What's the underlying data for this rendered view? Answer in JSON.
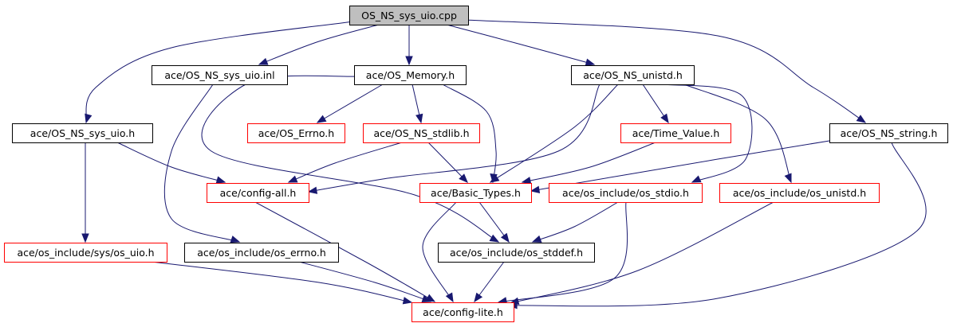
{
  "colors": {
    "edge": "#191970",
    "root_fill": "#bfbfbf",
    "node_fill": "#ffffff",
    "root_border": "#000000",
    "documented_border": "#000000",
    "undocumented_border": "#ff0000",
    "text": "#000000"
  },
  "nodes": [
    {
      "id": "root",
      "label": "OS_NS_sys_uio.cpp",
      "style": "root"
    },
    {
      "id": "sys_uio_inl",
      "label": "ace/OS_NS_sys_uio.inl",
      "style": "documented"
    },
    {
      "id": "memory",
      "label": "ace/OS_Memory.h",
      "style": "documented"
    },
    {
      "id": "unistd",
      "label": "ace/OS_NS_unistd.h",
      "style": "documented"
    },
    {
      "id": "sys_uio_h",
      "label": "ace/OS_NS_sys_uio.h",
      "style": "documented"
    },
    {
      "id": "errno",
      "label": "ace/OS_Errno.h",
      "style": "undocumented"
    },
    {
      "id": "stdlib",
      "label": "ace/OS_NS_stdlib.h",
      "style": "undocumented"
    },
    {
      "id": "time_value",
      "label": "ace/Time_Value.h",
      "style": "undocumented"
    },
    {
      "id": "string",
      "label": "ace/OS_NS_string.h",
      "style": "documented"
    },
    {
      "id": "config_all",
      "label": "ace/config-all.h",
      "style": "undocumented"
    },
    {
      "id": "basic_types",
      "label": "ace/Basic_Types.h",
      "style": "undocumented"
    },
    {
      "id": "os_stdio",
      "label": "ace/os_include/os_stdio.h",
      "style": "undocumented"
    },
    {
      "id": "os_unistd",
      "label": "ace/os_include/os_unistd.h",
      "style": "undocumented"
    },
    {
      "id": "sys_os_uio",
      "label": "ace/os_include/sys/os_uio.h",
      "style": "undocumented"
    },
    {
      "id": "os_errno",
      "label": "ace/os_include/os_errno.h",
      "style": "documented"
    },
    {
      "id": "os_stddef",
      "label": "ace/os_include/os_stddef.h",
      "style": "documented"
    },
    {
      "id": "config_lite",
      "label": "ace/config-lite.h",
      "style": "undocumented"
    }
  ],
  "edges": [
    [
      "root",
      "sys_uio_inl"
    ],
    [
      "root",
      "memory"
    ],
    [
      "root",
      "unistd"
    ],
    [
      "root",
      "sys_uio_h"
    ],
    [
      "root",
      "string"
    ],
    [
      "sys_uio_inl",
      "os_errno"
    ],
    [
      "memory",
      "errno"
    ],
    [
      "memory",
      "stdlib"
    ],
    [
      "memory",
      "basic_types"
    ],
    [
      "memory",
      "os_stddef"
    ],
    [
      "unistd",
      "config_all"
    ],
    [
      "unistd",
      "basic_types"
    ],
    [
      "unistd",
      "time_value"
    ],
    [
      "unistd",
      "os_stdio"
    ],
    [
      "unistd",
      "os_unistd"
    ],
    [
      "sys_uio_h",
      "config_all"
    ],
    [
      "sys_uio_h",
      "sys_os_uio"
    ],
    [
      "stdlib",
      "config_all"
    ],
    [
      "stdlib",
      "basic_types"
    ],
    [
      "time_value",
      "basic_types"
    ],
    [
      "string",
      "basic_types"
    ],
    [
      "string",
      "config_lite"
    ],
    [
      "config_all",
      "config_lite"
    ],
    [
      "basic_types",
      "os_stddef"
    ],
    [
      "basic_types",
      "config_lite"
    ],
    [
      "os_stdio",
      "os_stddef"
    ],
    [
      "os_stdio",
      "config_lite"
    ],
    [
      "os_unistd",
      "config_lite"
    ],
    [
      "sys_os_uio",
      "config_lite"
    ],
    [
      "os_errno",
      "config_lite"
    ],
    [
      "os_stddef",
      "config_lite"
    ]
  ]
}
